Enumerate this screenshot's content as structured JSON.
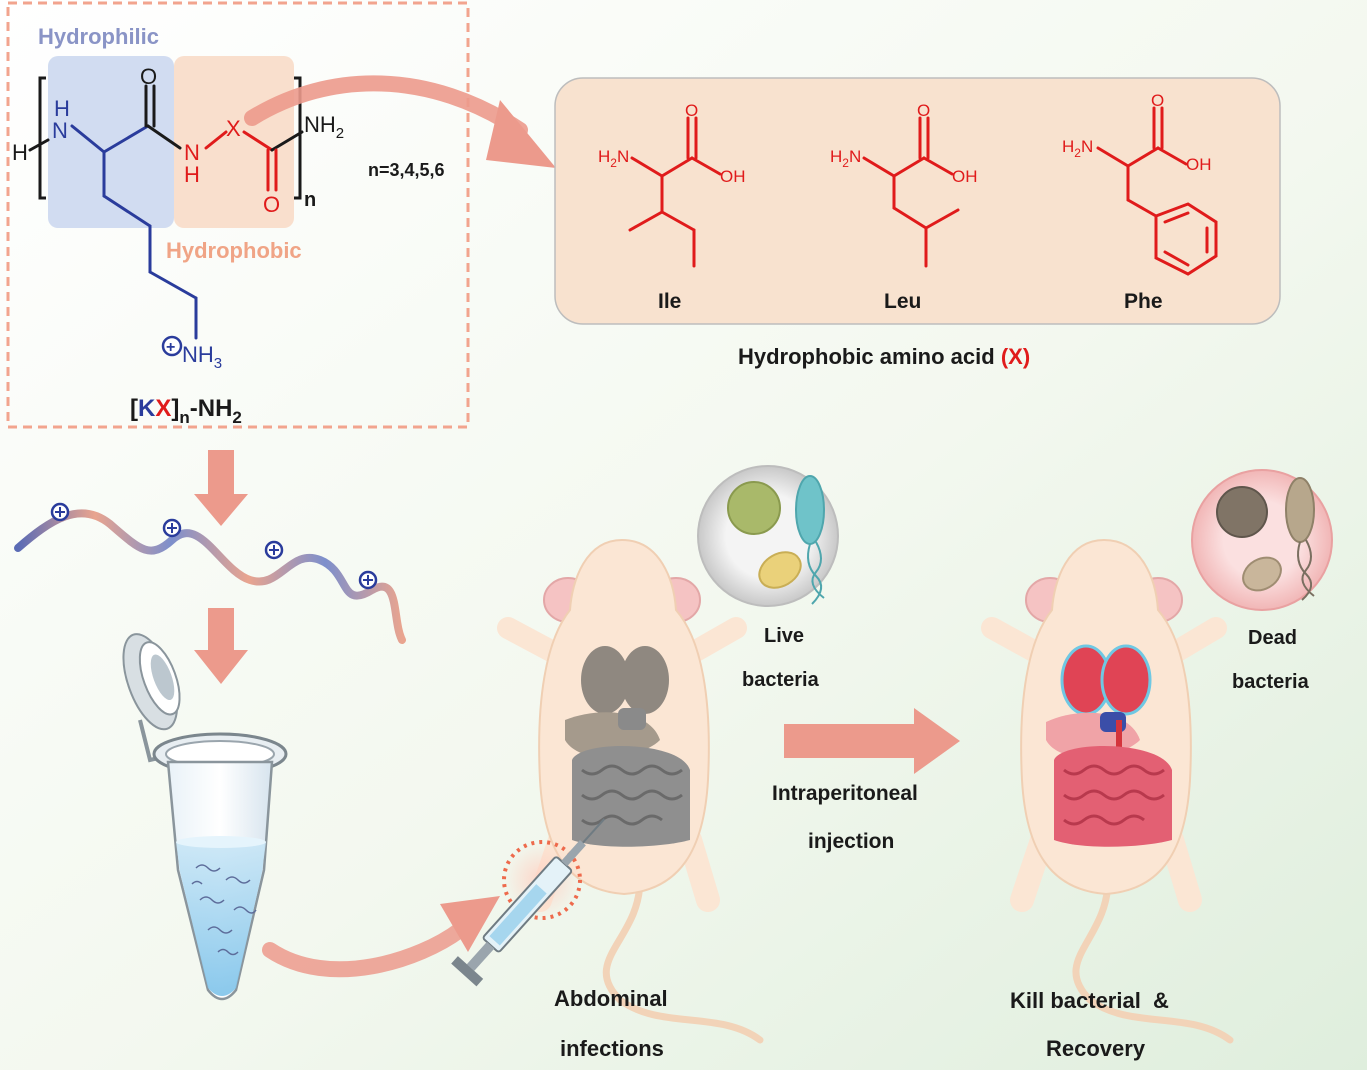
{
  "polymer": {
    "hydrophilic_label": "Hydrophilic",
    "hydrophobic_label": "Hydrophobic",
    "n_note": "n=3,4,5,6",
    "formula_open": "[",
    "formula_k": "K",
    "formula_x": "X",
    "formula_close": "]",
    "formula_sub": "n",
    "formula_tail": "-NH",
    "formula_tail_sub": "2",
    "atoms": {
      "h_end": "H",
      "nh_n": "N",
      "nh_h": "H",
      "o_top": "O",
      "x": "X",
      "n_red": "N",
      "h_red": "H",
      "o_red": "O",
      "nh2": "NH",
      "nh2_sub": "2",
      "n_repeat": "n",
      "nh3": "NH",
      "nh3_sub": "3",
      "plus": "+"
    }
  },
  "amino_acids": {
    "caption_prefix": "Hydrophobic amino acid ",
    "caption_x": "(X)",
    "items": [
      {
        "name": "Ile",
        "amine": "H",
        "amine_n": "N",
        "amine_sub": "2",
        "o": "O",
        "oh": "OH"
      },
      {
        "name": "Leu",
        "amine": "H",
        "amine_n": "N",
        "amine_sub": "2",
        "o": "O",
        "oh": "OH"
      },
      {
        "name": "Phe",
        "amine": "H",
        "amine_n": "N",
        "amine_sub": "2",
        "o": "O",
        "oh": "OH"
      }
    ]
  },
  "mouse_left": {
    "bubble_label_line1": "Live",
    "bubble_label_line2": "bacteria",
    "caption_line1": "Abdominal",
    "caption_line2": "infections"
  },
  "treatment_arrow": {
    "label_line1": "Intraperitoneal",
    "label_line2": "injection"
  },
  "mouse_right": {
    "bubble_label_line1": "Dead",
    "bubble_label_line2": "bacteria",
    "caption_line1": "Kill bacterial  &",
    "caption_line2": "Recovery"
  },
  "colors": {
    "chem_red": "#e01b1b",
    "chem_blue": "#2a3c9c",
    "arrow_pink": "#ec9a8c",
    "panel_peach": "#f8e2cf",
    "hydrophilic_box": "#c9d6ef",
    "hydrophobic_box": "#f8dcc8"
  }
}
